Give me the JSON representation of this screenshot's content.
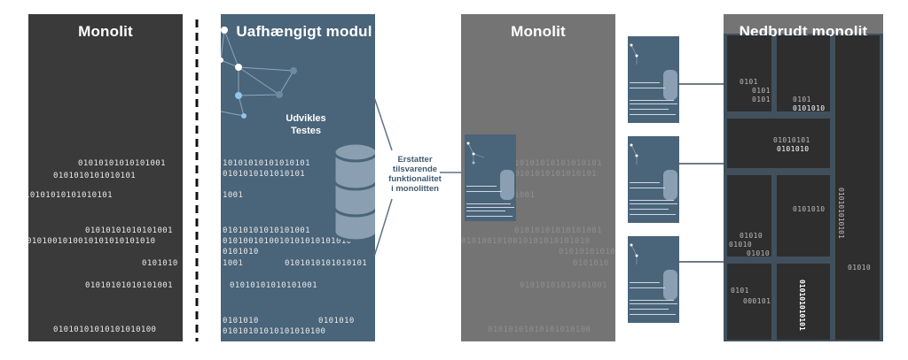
{
  "panels": {
    "monolith_left": "Monolit",
    "module": "Uafhængigt modul",
    "monolith_mid": "Monolit",
    "broken": "Nedbrudt monolit"
  },
  "module_text": {
    "line1": "Udvikles",
    "line2": "Testes"
  },
  "replace_text": {
    "line1": "Erstatter",
    "line2": "tilsvarende",
    "line3": "funktionalitet",
    "line4": "i monolitten"
  },
  "binary": {
    "long": "0101010101010101",
    "b1": "01010101010101001",
    "b2": "0101010101010101",
    "b3": "10101010101010101",
    "b4": "0101001010010101010101010",
    "b5": "0101010",
    "b6": "0101010101010101001",
    "b7": "01010101010101010100",
    "short1": "1001",
    "cell_a": "0101",
    "cell_b": "0101010",
    "cell_c": "01010101",
    "cell_d": "01010",
    "cell_e": "000101",
    "cell_v": "010101010101"
  },
  "colors": {
    "dark": "#3a3a3a",
    "blue": "#4a6479",
    "grey": "#747474",
    "cell": "#2e2e2e",
    "frame": "#41505c"
  }
}
